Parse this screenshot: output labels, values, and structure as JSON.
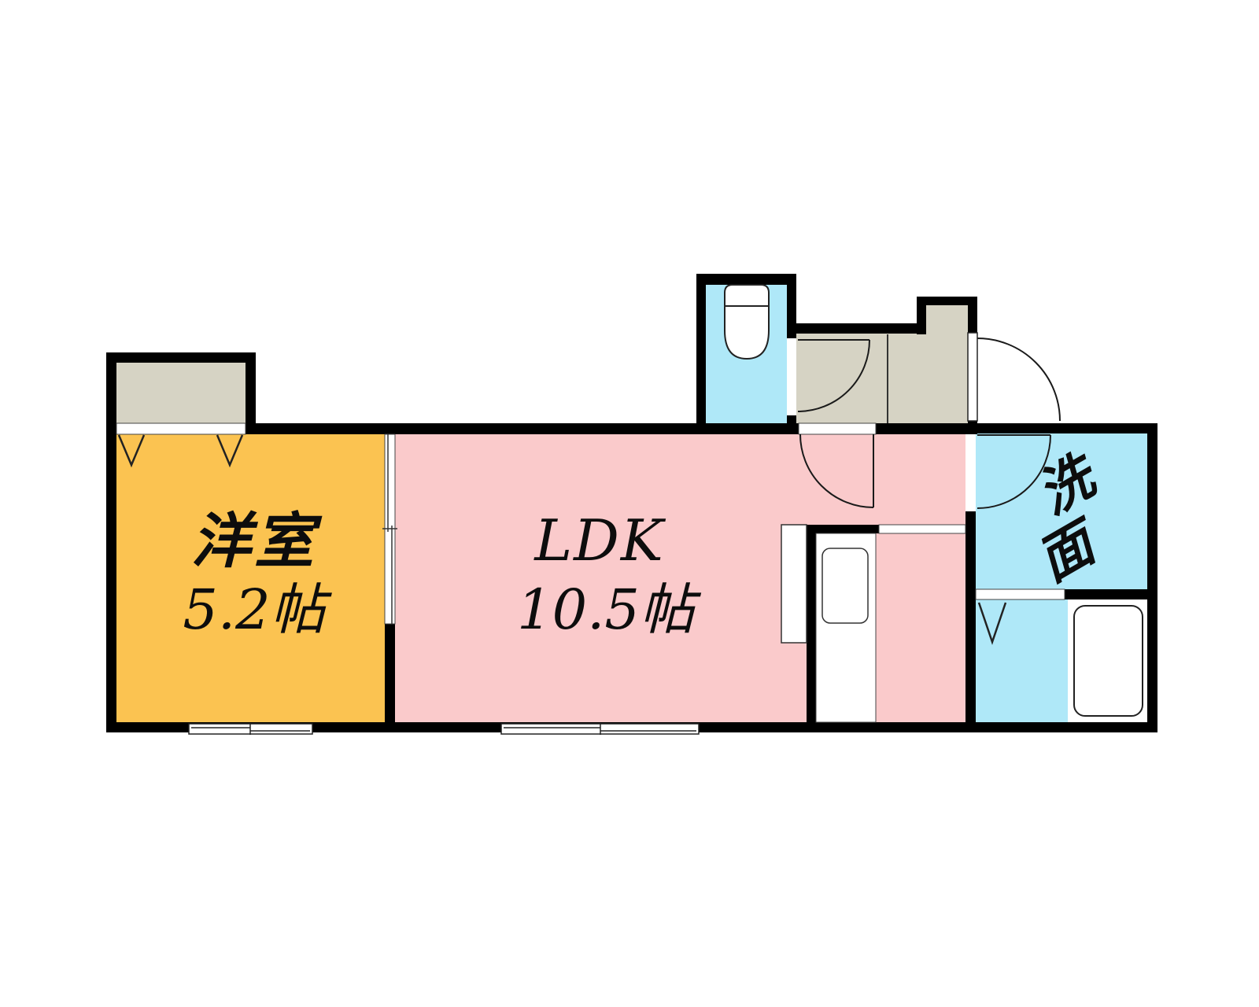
{
  "floorplan": {
    "background": "#ffffff",
    "wall_color": "#000000",
    "line_color": "#1a1a1a",
    "rooms": {
      "western_room": {
        "label": "洋室",
        "area": "5.2帖",
        "color": "#FBC351"
      },
      "ldk": {
        "label": "LDK",
        "area": "10.5帖",
        "color": "#FACACB"
      },
      "washroom": {
        "label_chars": [
          "洗",
          "面"
        ],
        "color": "#AFE8F8"
      },
      "toilet": {
        "color": "#AFE8F8"
      },
      "bathroom": {
        "color": "#AFE8F8"
      },
      "entrance": {
        "color": "#D6D3C4"
      },
      "closet": {
        "color": "#D6D3C4"
      }
    }
  }
}
